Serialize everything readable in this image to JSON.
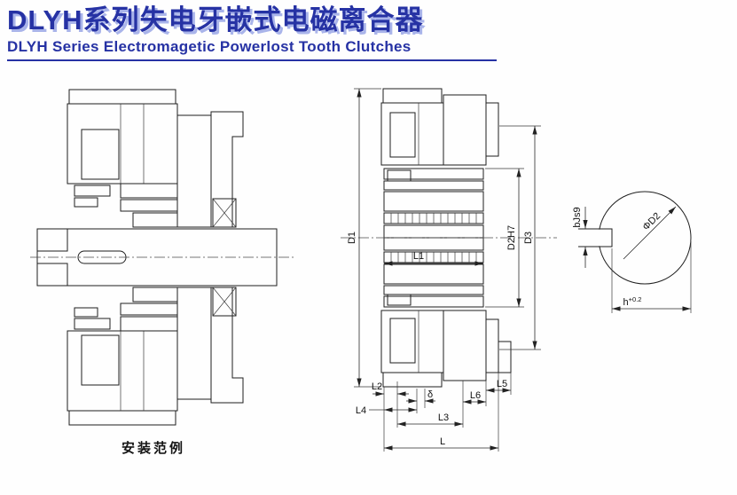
{
  "header": {
    "title": "DLYH系列失电牙嵌式电磁离合器",
    "subtitle": "DLYH Series Electromagetic Powerlost Tooth Clutches"
  },
  "installation_figure": {
    "caption": "安装范例"
  },
  "section_figure": {
    "dims": {
      "D1": "D1",
      "D2": "D2H7",
      "D3": "D3",
      "L1": "L1",
      "L2": "L2",
      "L3": "L3",
      "L4": "L4",
      "L5": "L5",
      "L6": "L6",
      "L_total": "L",
      "delta": "δ"
    }
  },
  "shaft_figure": {
    "keyway_width": "bJs9",
    "depth": "h",
    "depth_tolerance": "+0.2",
    "bore_diameter": "ΦD2"
  }
}
